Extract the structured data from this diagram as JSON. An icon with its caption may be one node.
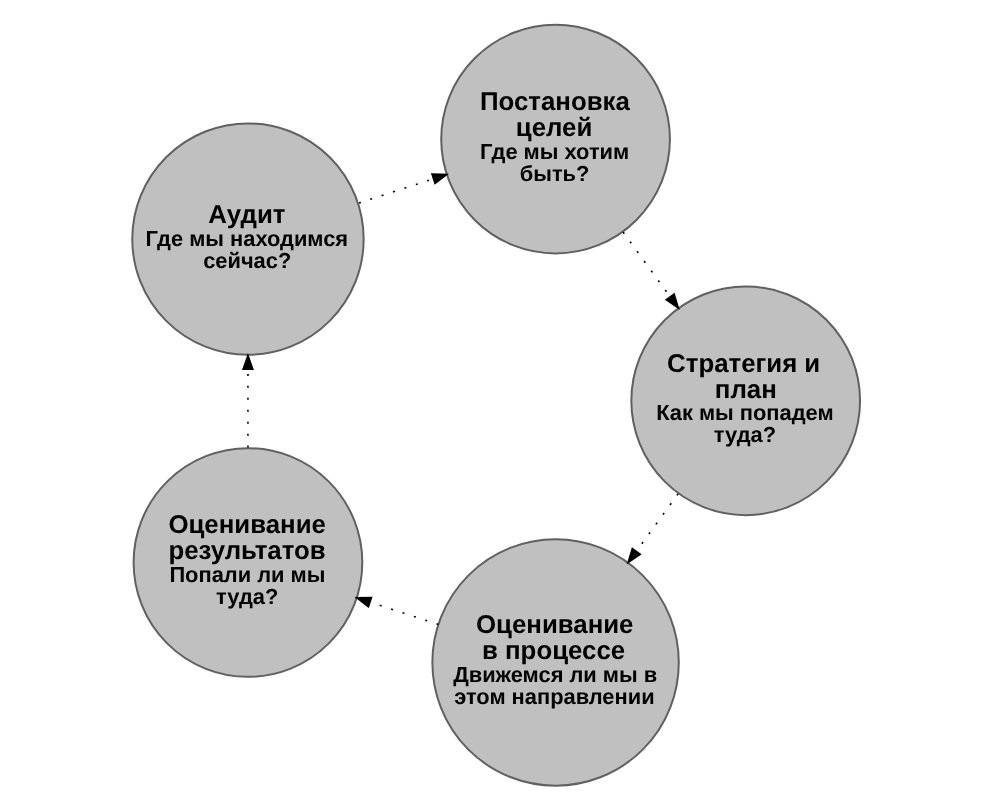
{
  "diagram": {
    "nodes": [
      {
        "text": [
          "Аудит",
          "Где мы находимся сейчас?"
        ]
      },
      {
        "text": [
          "Постановка целей",
          "Где мы хотим быть?"
        ]
      },
      {
        "text": [
          "Стратегия и план",
          "Как мы попадем туда?"
        ]
      },
      {
        "text": [
          "Оценивание в процессе",
          "Движемся ли мы в этом направлении"
        ]
      },
      {
        "text": [
          "Оценивание результатов",
          "Попали ли мы туда?"
        ]
      }
    ],
    "edges": [
      {
        "from": 0,
        "to": 1,
        "arrow": "to"
      },
      {
        "from": 1,
        "to": 2,
        "arrow": "to"
      },
      {
        "from": 2,
        "to": 3,
        "arrow": "to"
      },
      {
        "from": 3,
        "to": 4,
        "arrow": "to"
      },
      {
        "from": 4,
        "to": 0,
        "arrow": "to"
      }
    ]
  }
}
